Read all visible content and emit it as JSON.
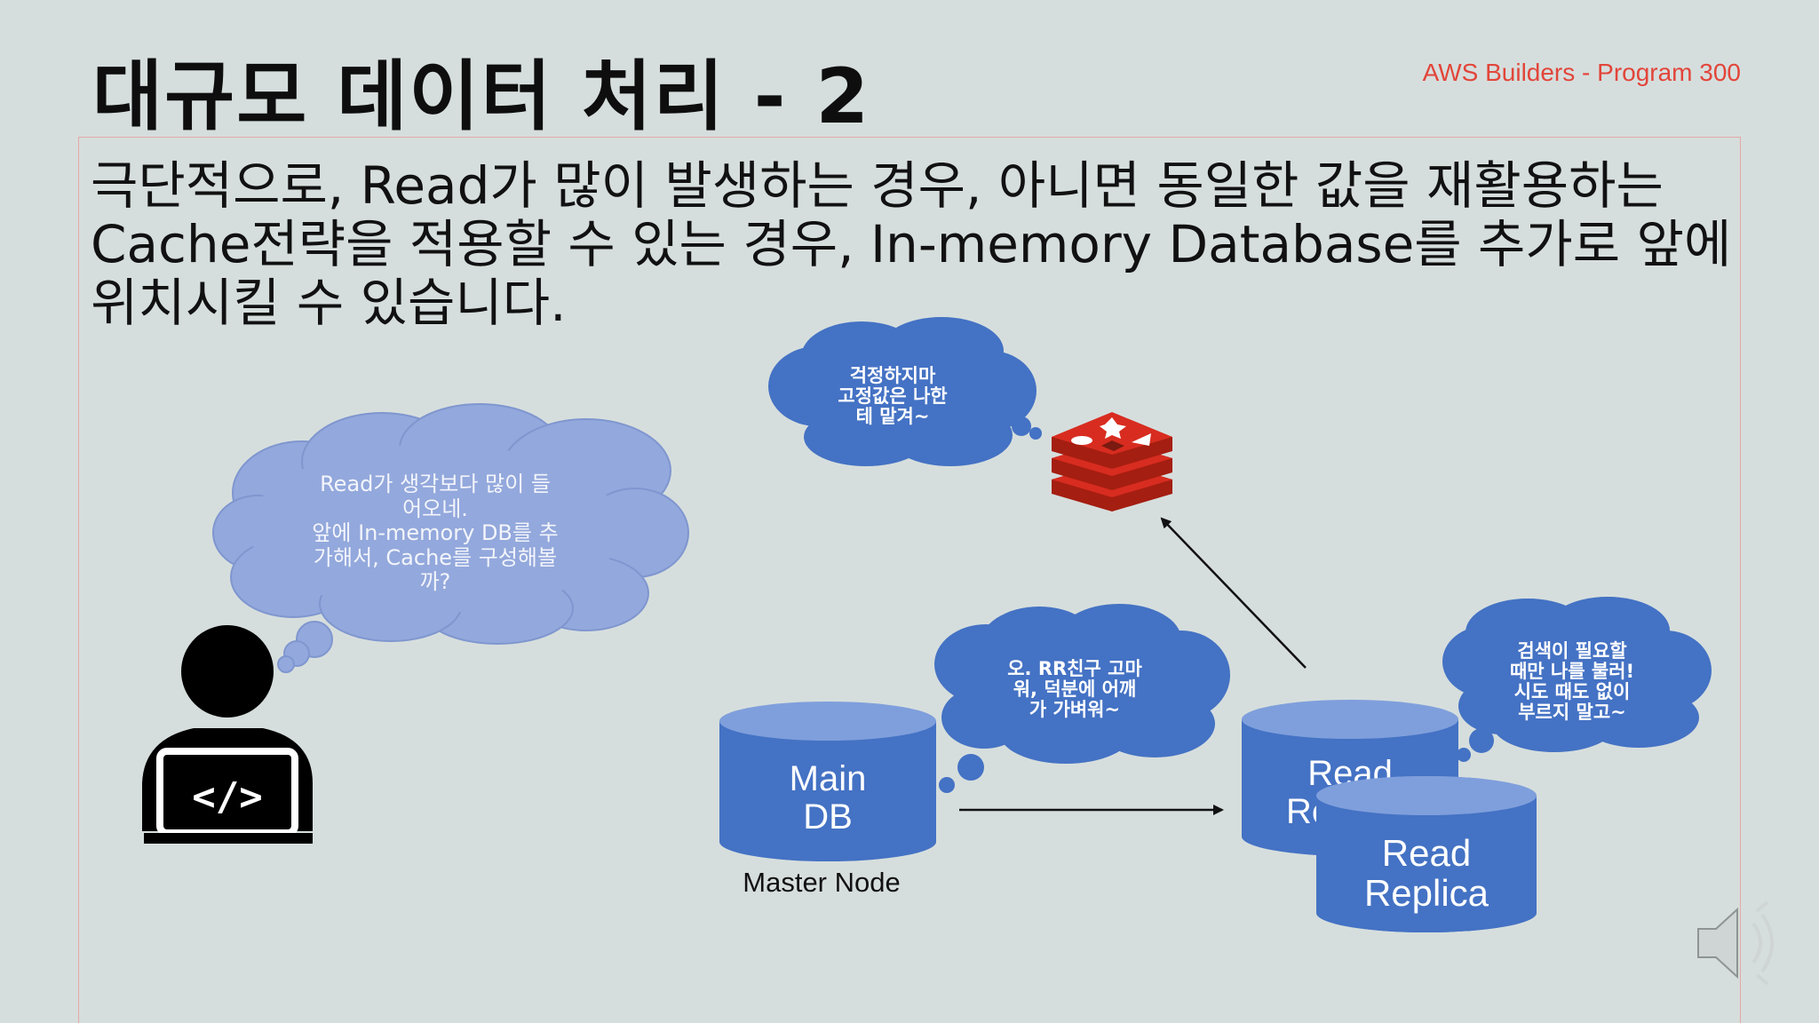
{
  "slide": {
    "title": "대규모 데이터 처리 - 2",
    "brand": "AWS Builders - Program 300",
    "body_lines": [
      "극단적으로, Read가 많이 발생하는 경우, 아니면 동일한 값을 재활용하는",
      "Cache전략을 적용할 수 있는 경우, In-memory Database를 추가로 앞에",
      "위치시킬 수 있습니다."
    ]
  },
  "diagram": {
    "developer_thought": [
      "Read가 생각보다 많이 들",
      "어오네.",
      "앞에 In-memory DB를 추",
      "가해서, Cache를 구성해볼",
      "까?"
    ],
    "redis_thought": [
      "걱정하지마",
      "고정값은 나한",
      "테 맡겨~"
    ],
    "main_db_thought": [
      "오. RR친구 고마",
      "워, 덕분에 어깨",
      "가 가벼워~"
    ],
    "replica_thought": [
      "검색이 필요할",
      "때만 나를 불러!",
      "시도 때도 없이",
      "부르지 말고~"
    ],
    "main_db_label": [
      "Main",
      "DB"
    ],
    "master_node_label": "Master Node",
    "read_replica_back_label": [
      "Read",
      "Re"
    ],
    "read_replica_front_label": [
      "Read",
      "Replica"
    ],
    "laptop_code_symbol": "</>",
    "icons": {
      "developer": "developer-laptop-icon",
      "redis": "redis-logo-icon",
      "speaker": "speaker-icon"
    },
    "colors": {
      "db_blue": "#4472c4",
      "thought_light": "#93a8dc",
      "redis_red": "#d82c20",
      "brand_red": "#e2453a",
      "background": "#d6dedd"
    }
  }
}
